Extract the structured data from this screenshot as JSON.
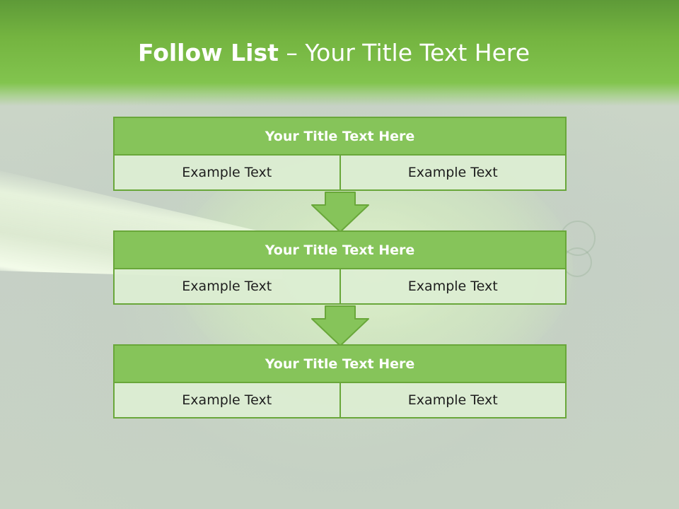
{
  "slide": {
    "title_bold": "Follow List",
    "title_rest": " – Your Title Text Here"
  },
  "steps": [
    {
      "title": "Your Title Text Here",
      "left": "Example Text",
      "right": "Example Text"
    },
    {
      "title": "Your Title Text Here",
      "left": "Example Text",
      "right": "Example Text"
    },
    {
      "title": "Your Title Text Here",
      "left": "Example Text",
      "right": "Example Text"
    }
  ],
  "colors": {
    "accent_green": "#86c45a",
    "border_green": "#69a73a",
    "banner_green": "#74b440",
    "cell_fill": "#dceed2"
  }
}
